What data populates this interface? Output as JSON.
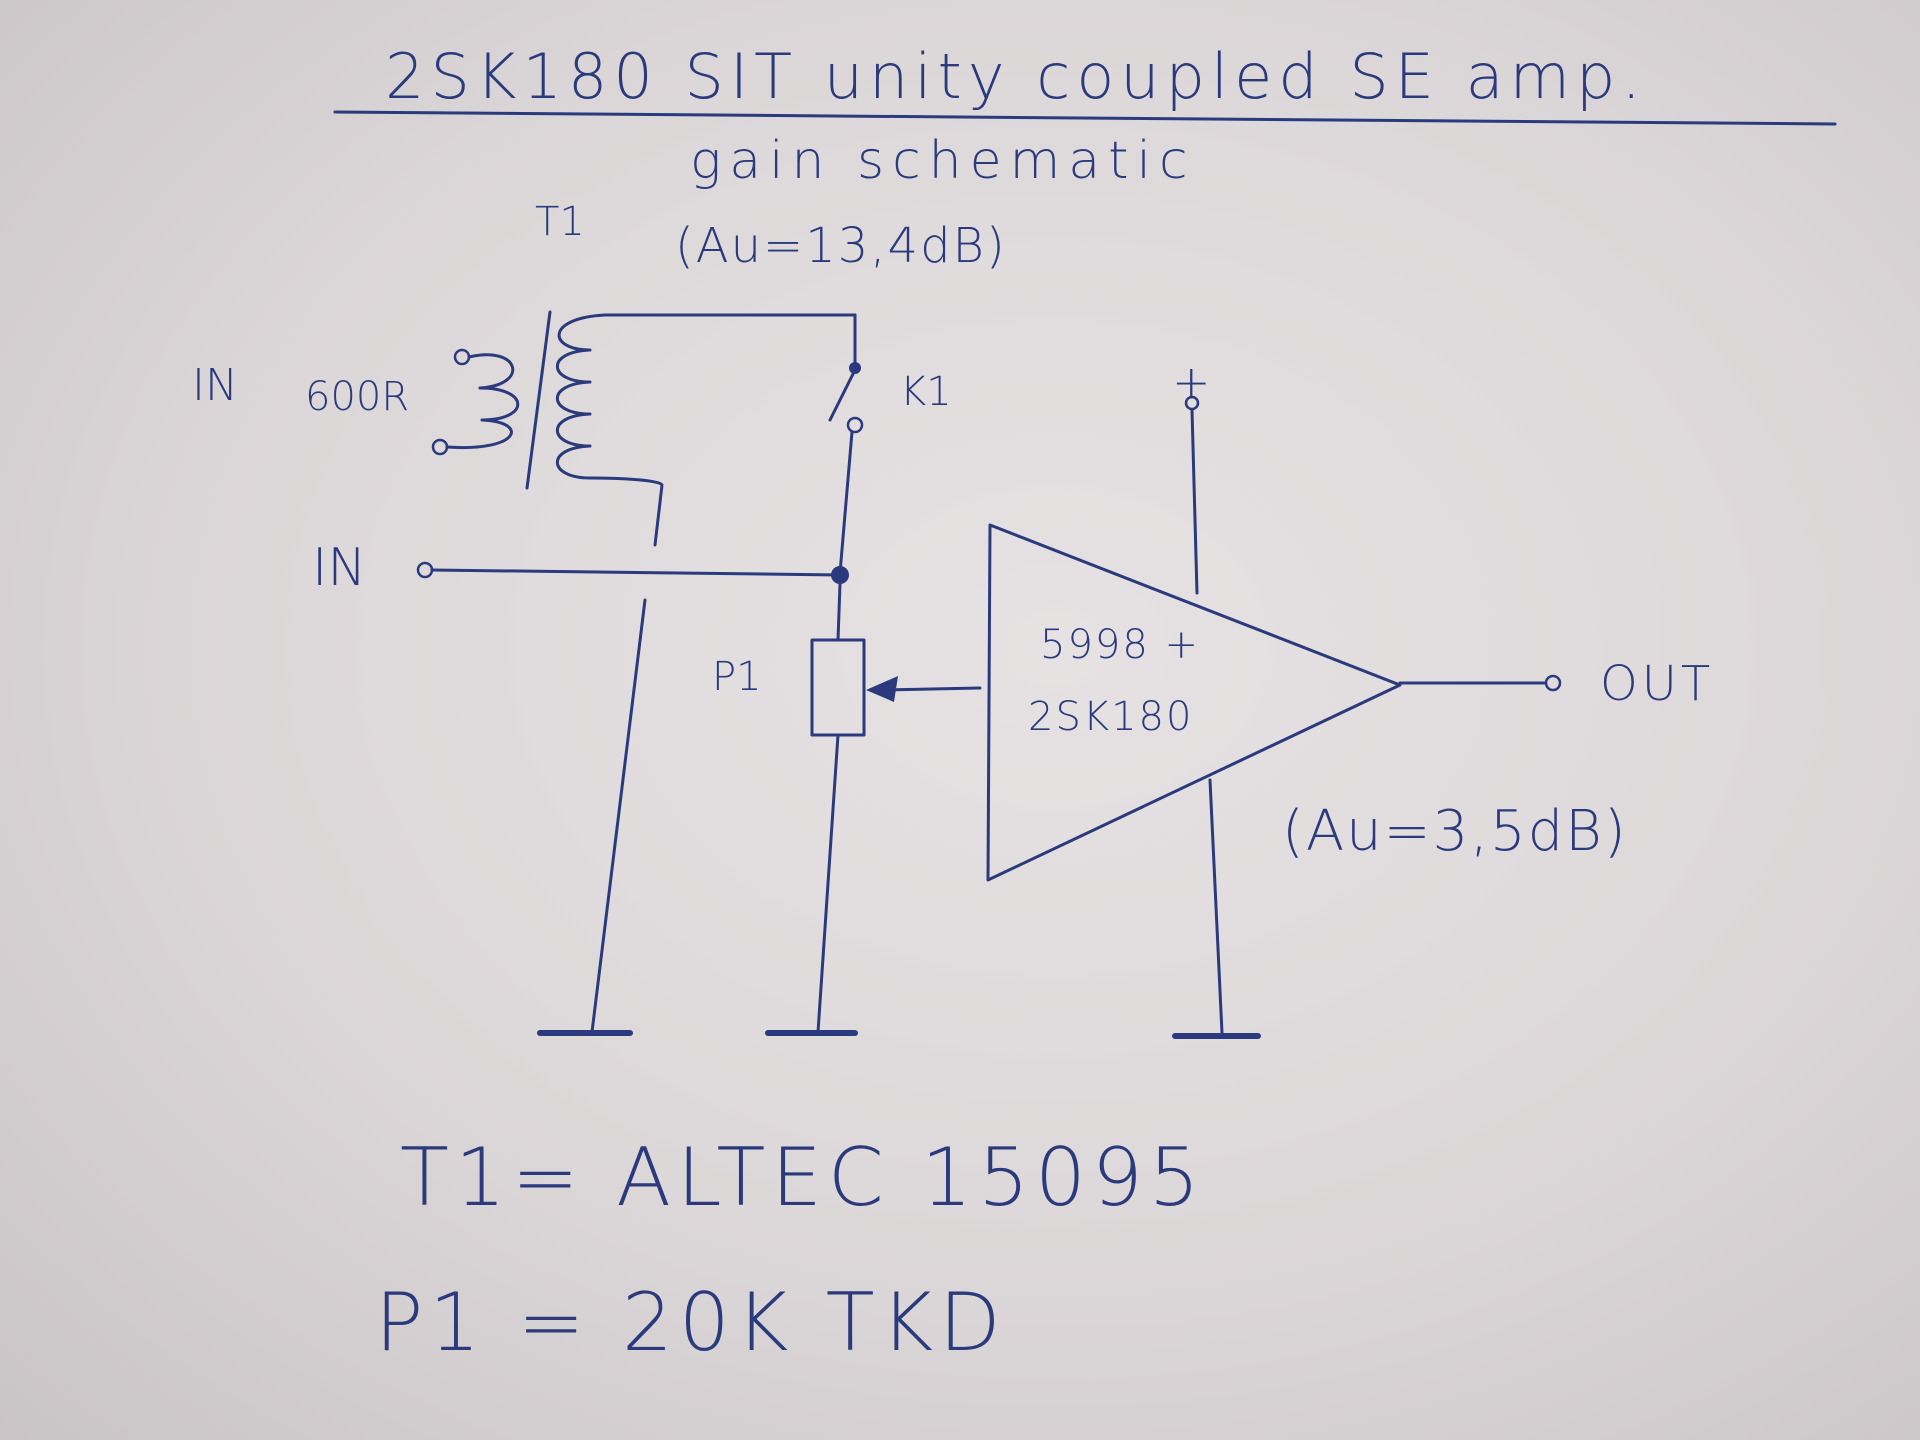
{
  "title": "2SK180 SIT unity coupled SE amp.",
  "subtitle": "gain schematic",
  "transformer_label": "T1",
  "transformer_gain": "(Au=13,4dB)",
  "input_top_label": "IN",
  "input_impedance": "600R",
  "input_bottom_label": "IN",
  "switch_label": "K1",
  "pot_label": "P1",
  "supply_label": "+",
  "amp_line1": "5998 +",
  "amp_line2": "2SK180",
  "output_label": "OUT",
  "amp_gain": "(Au=3,5dB)",
  "parts": {
    "t1_line": "T1= ALTEC 15095",
    "p1_line": "P1 = 20K TKD"
  },
  "colors": {
    "ink": "#2a3a7c",
    "paper": "#dcd7d8"
  }
}
